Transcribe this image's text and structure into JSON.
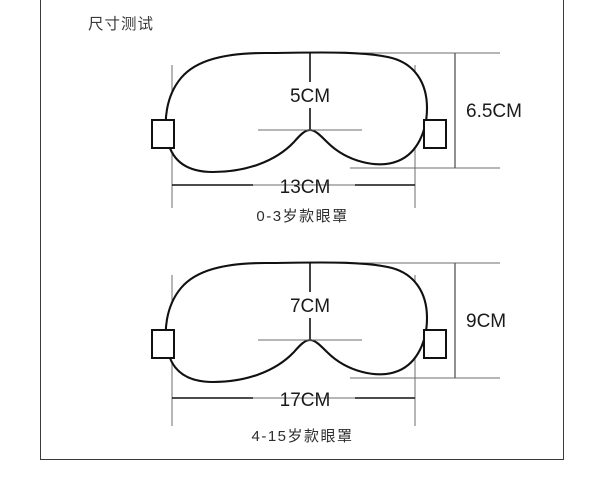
{
  "page": {
    "title": "尺寸测试",
    "background_color": "#ffffff",
    "frame_border_color": "#3a3a3a",
    "line_color": "#111111",
    "thin_line_color": "#666666"
  },
  "diagrams": [
    {
      "id": "mask-0-3",
      "caption": "0-3岁款眼罩",
      "dimensions": {
        "height_label": "5CM",
        "width_label": "13CM",
        "outer_height_label": "6.5CM"
      }
    },
    {
      "id": "mask-4-15",
      "caption": "4-15岁款眼罩",
      "dimensions": {
        "height_label": "7CM",
        "width_label": "17CM",
        "outer_height_label": "9CM"
      }
    }
  ]
}
